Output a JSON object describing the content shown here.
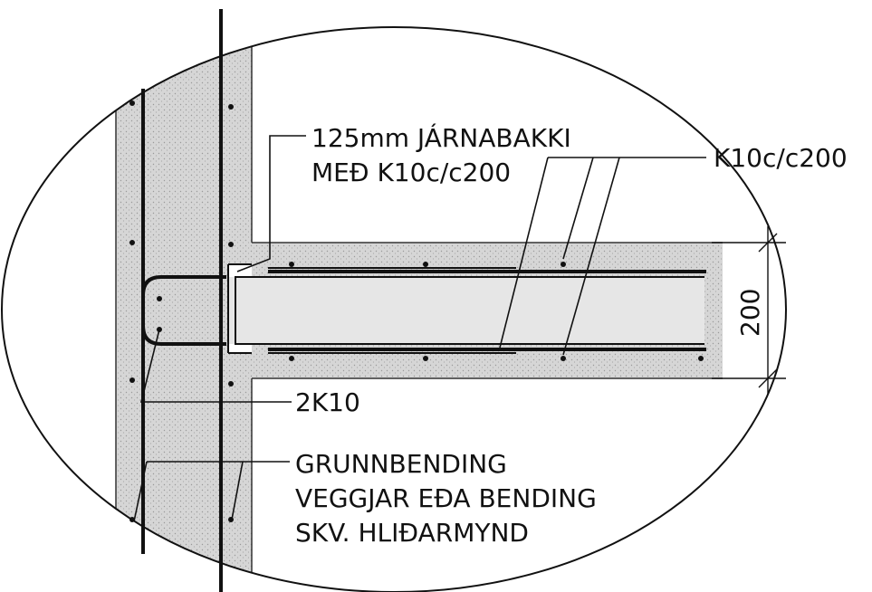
{
  "labels": {
    "rebar_tray_line1": "125mm JÁRNABAKKI",
    "rebar_tray_line2": "MEÐ K10c/c200",
    "slab_bars": "K10c/c200",
    "corner_bars": "2K10",
    "wall_note_line1": "GRUNNBENDING",
    "wall_note_line2": "VEGGJAR EÐA BENDING",
    "wall_note_line3": "SKV. HLIÐARMYND",
    "slab_thickness": "200"
  },
  "colors": {
    "concrete_fill": "#d9d9d9",
    "line": "#111111",
    "background": "#ffffff"
  }
}
